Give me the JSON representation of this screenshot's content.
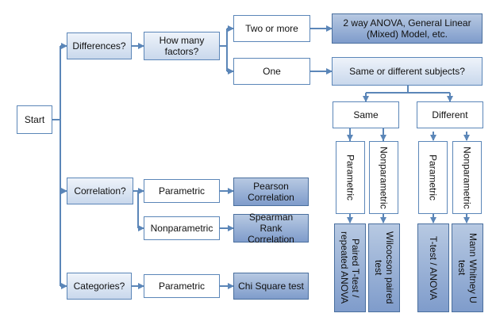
{
  "nodes": {
    "start": "Start",
    "differences": "Differences?",
    "how_many_factors": "How many factors?",
    "two_or_more": "Two or more",
    "two_way_anova": "2 way ANOVA, General Linear (Mixed) Model, etc.",
    "one": "One",
    "same_or_different": "Same or different subjects?",
    "same": "Same",
    "different": "Different",
    "same_parametric": "Parametric",
    "same_nonparametric": "Nonparametric",
    "paired_t_test": "Paired T-test / repeated ANOVA",
    "wilcoxon": "Wilcocson paired test",
    "diff_parametric": "Parametric",
    "diff_nonparametric": "Nonparametric",
    "t_test_anova": "T-test / ANOVA",
    "mann_whitney": "Mann Whitney U test",
    "correlation": "Correlation?",
    "corr_parametric": "Parametric",
    "pearson": "Pearson Correlation",
    "corr_nonparametric": "Nonparametric",
    "spearman": "Spearman Rank Correlation",
    "categories": "Categories?",
    "cat_parametric": "Parametric",
    "chi_square": "Chi Square test"
  },
  "colors": {
    "edge": "#5b86b8",
    "dark_fill": "#8fa9d3",
    "light_fill": "#dbe5f2"
  }
}
